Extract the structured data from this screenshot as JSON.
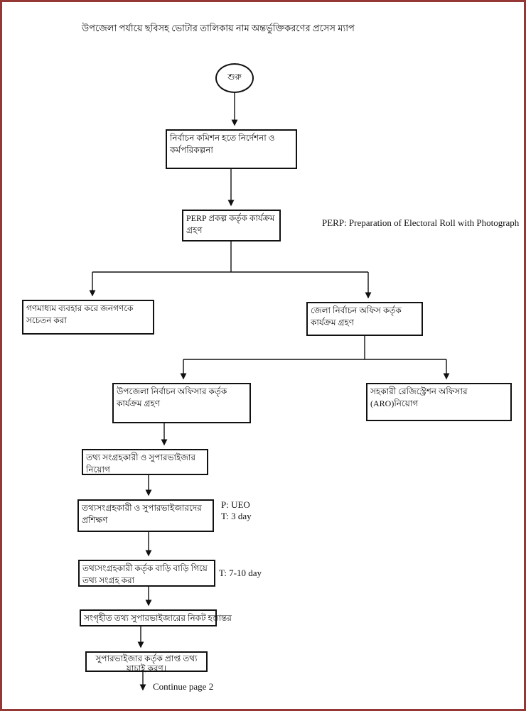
{
  "page": {
    "title": "উপজেলা পর্যায়ে ছবিসহ ভোটার তালিকায় নাম অন্তর্ভুক্তিকরণের প্রসেস ম্যাপ",
    "border_color": "#953735",
    "background": "#ffffff",
    "line_color": "#111111"
  },
  "flowchart": {
    "start_label": "শুরু",
    "nodes": {
      "ec_plan": "নির্বাচন কমিশন হতে নির্দেশনা ও কর্মপরিকল্পনা",
      "perp": "PERP প্রকল্প কর্তৃক কার্যক্রম গ্রহণ",
      "mass_media": "গণমাধ্যম ব্যবহার করে জনগণকে সচেতন করা",
      "district_office": "জেলা নির্বাচন অফিস কর্তৃক কার্যক্রম গ্রহণ",
      "upazila_officer": "উপজেলা নির্বাচন অফিসার কর্তৃক কার্যক্রম গ্রহণ",
      "aro": "সহকারী রেজিস্ট্রেশন অফিসার (ARO)নিয়োগ",
      "recruitment": "তথ্য সংগ্রহকারী ও সুপারভাইজার নিয়োগ",
      "training": "তথ্যসংগ্রহকারী ও সুপারভাইজারদের প্রশিক্ষণ",
      "door_to_door": "তথ্যসংগ্রহকারী কর্তৃক বাড়ি বাড়ি গিয়ে তথ্য সংগ্রহ করা",
      "handover": "সংগৃহীত তথ্য সুপারভাইজারের নিকট হস্তান্তর",
      "verification": "সুপারভাইজার কর্তৃক প্রাপ্ত তথ্য যাচাই করণ।"
    },
    "annotations": {
      "perp_full_form": "PERP: Preparation of Electoral Roll with Photograph",
      "training_person": "P: UEO",
      "training_time": "T: 3 day",
      "collection_time": "T: 7-10 day",
      "continue_label": "Continue page 2"
    }
  }
}
